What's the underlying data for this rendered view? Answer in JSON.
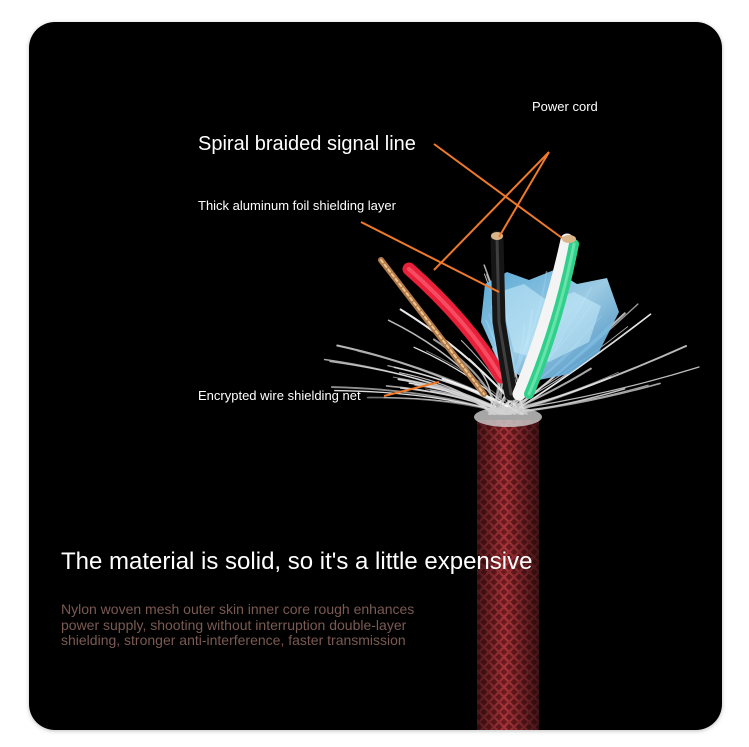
{
  "labels": {
    "spiral": "Spiral braided signal line",
    "power": "Power cord",
    "foil": "Thick aluminum foil shielding layer",
    "net": "Encrypted wire shielding net"
  },
  "headline": "The material is solid, so it's a little expensive",
  "description": "Nylon woven mesh outer skin inner core rough enhances power supply, shooting without interruption double-layer shielding, stronger anti-interference, faster transmission",
  "colors": {
    "background": "#000000",
    "leader_line": "#f07a2a",
    "braid": "#7a1c20",
    "description_text": "#7a5a52"
  }
}
